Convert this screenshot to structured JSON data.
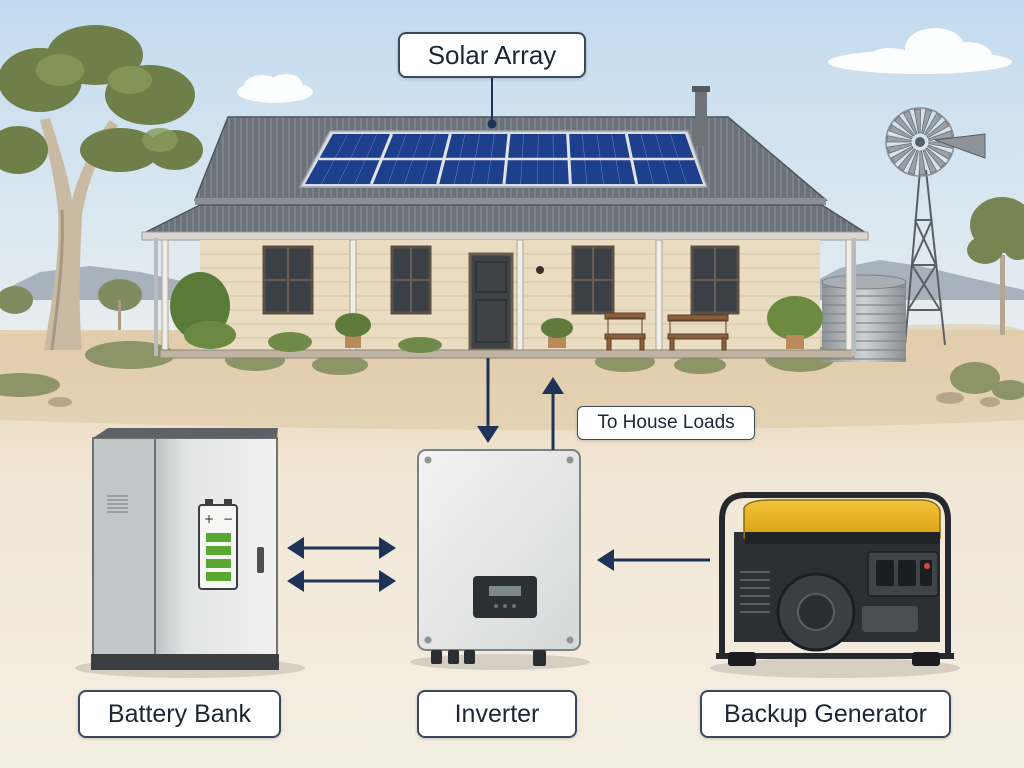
{
  "labels": {
    "solar_array": "Solar Array",
    "house_loads": "To House Loads",
    "battery_bank": "Battery Bank",
    "inverter": "Inverter",
    "backup_generator": "Backup Generator"
  },
  "colors": {
    "sky_top": "#c9dff0",
    "ground": "#efe4d2",
    "arrow": "#1f3358",
    "label_border": "#3a4a5c",
    "battery_level": "#5aa832",
    "generator_accent": "#e8b423",
    "roof": "#6f757c",
    "solar_panel": "#1e3f8c"
  }
}
